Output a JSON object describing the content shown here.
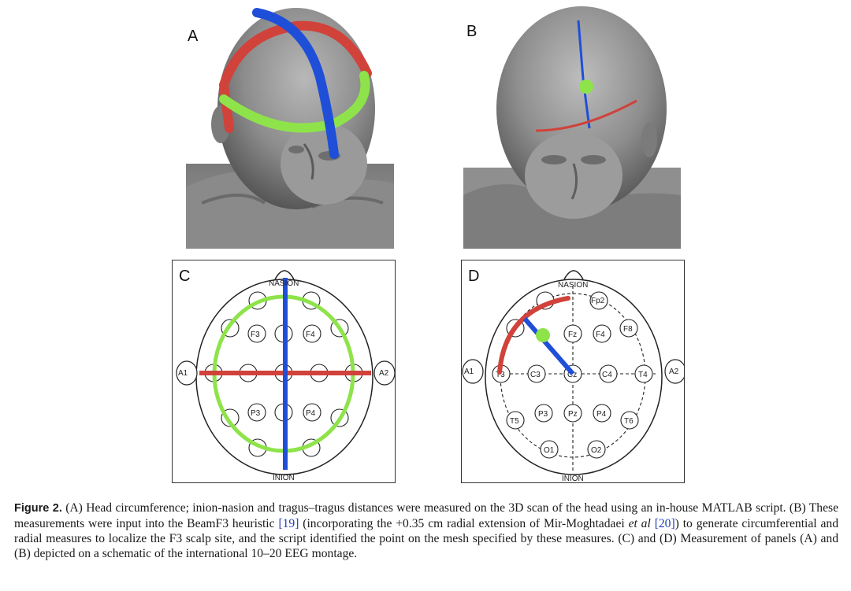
{
  "panels": {
    "a": {
      "letter": "A"
    },
    "b": {
      "letter": "B"
    },
    "c": {
      "letter": "C"
    },
    "d": {
      "letter": "D"
    }
  },
  "schematic_c": {
    "nasion": "NASION",
    "inion": "INION",
    "a1": "A1",
    "a2": "A2",
    "f3": "F3",
    "f4": "F4",
    "p3": "P3",
    "p4": "P4"
  },
  "schematic_d": {
    "nasion": "NASION",
    "inion": "INION",
    "a1": "A1",
    "a2": "A2",
    "fp2": "Fp2",
    "f8": "F8",
    "fz": "Fz",
    "f4": "F4",
    "t3": "T3",
    "c3": "C3",
    "cz": "Cz",
    "c4": "C4",
    "t4": "T4",
    "t5": "T5",
    "p3": "P3",
    "pz": "Pz",
    "p4": "P4",
    "t6": "T6",
    "o1": "O1",
    "o2": "O2"
  },
  "colors": {
    "red": "#d0423a",
    "green": "#8ee34a",
    "blue": "#1f4fd8",
    "link": "#1f3fb8"
  },
  "caption": {
    "label": "Figure 2.",
    "t1": " (A) Head circumference; inion-nasion and tragus–tragus distances were measured on the 3D scan of the head using an in-house MATLAB script. (B) These measurements were input into the BeamF3 heuristic ",
    "ref1": "[19]",
    "t2": " (incorporating the +0.35 cm radial extension of Mir-Moghtadaei ",
    "etal": "et al",
    "t3": " ",
    "ref2": "[20]",
    "t4": ") to generate circumferential and radial measures to localize the F3 scalp site, and the script identified the point on the mesh specified by these measures. (C) and (D) Measurement of panels (A) and (B) depicted on a schematic of the international 10–20 EEG montage."
  }
}
